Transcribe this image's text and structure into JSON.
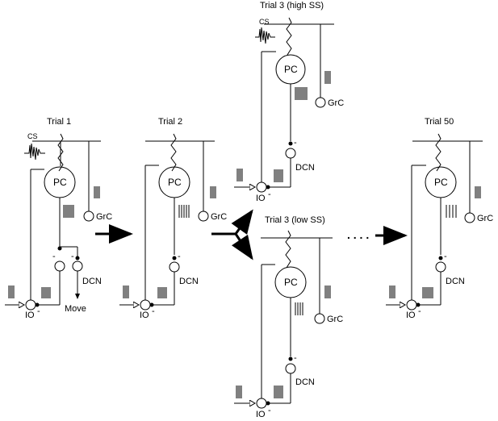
{
  "panels": {
    "trial1": {
      "title": "Trial 1",
      "cs": "CS",
      "pc": "PC",
      "grc": "GrC",
      "dcn": "DCN",
      "io": "IO",
      "minus": "-",
      "move": "Move"
    },
    "trial2": {
      "title": "Trial 2",
      "pc": "PC",
      "grc": "GrC",
      "dcn": "DCN",
      "io": "IO",
      "minus": "-"
    },
    "trial3high": {
      "title": "Trial 3 (high SS)",
      "cs": "CS",
      "pc": "PC",
      "grc": "GrC",
      "dcn": "DCN",
      "io": "IO",
      "minus": "-"
    },
    "trial3low": {
      "title": "Trial 3 (low SS)",
      "pc": "PC",
      "grc": "GrC",
      "dcn": "DCN",
      "io": "IO",
      "minus": "-"
    },
    "trial50": {
      "title": "Trial 50",
      "pc": "PC",
      "grc": "GrC",
      "dcn": "DCN",
      "io": "IO",
      "minus": "-"
    }
  },
  "dots": ". . . ."
}
